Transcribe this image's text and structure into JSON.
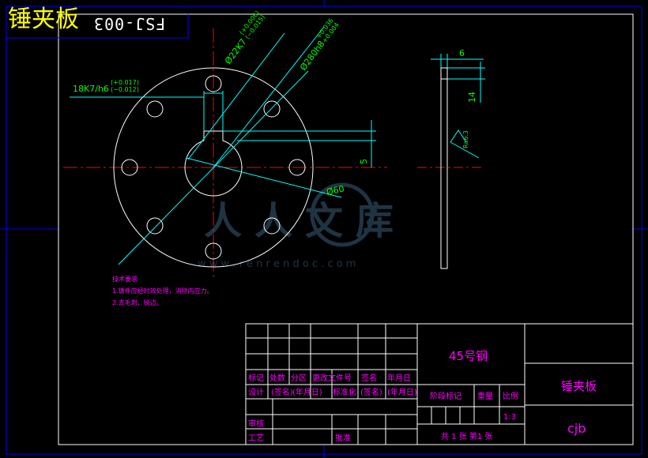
{
  "part_title": "锤夹板",
  "part_code_mirrored": "FSJ-003",
  "dimensions": {
    "bore": "Ø22K7",
    "bore_tol_upper": "(+0.006)",
    "bore_tol_lower": "(−0.015)",
    "circle": "Ø280h8",
    "circle_tol_upper": "+0.036",
    "circle_tol_lower": "+0.004",
    "key": "18K7/h6",
    "key_tol_upper": "(+0.017)",
    "key_tol_lower": "(−0.012)",
    "hole": "Ø60",
    "keyway_depth": "5",
    "thickness": "6",
    "height": "14",
    "surface": "Ra6.3"
  },
  "notes": {
    "heading": "技术要求",
    "line1": "1.铸件应经时效处理，消除内应力。",
    "line2": "2.去毛刺，锐边。"
  },
  "watermark": {
    "text": "人人文库",
    "url": "w w w . r e n r e n d o c . c o m"
  },
  "title_block": {
    "material": "45号钢",
    "part_name": "锤夹板",
    "designer": "cjb",
    "labels": {
      "mark": "标记",
      "count": "处数",
      "zone": "分区",
      "change_doc": "更改文件号",
      "sign": "签名",
      "date": "年月日",
      "design": "设计",
      "sign_paren": "(签名)",
      "date_paren": "(年月日)",
      "standard": "标准化",
      "stage_mark": "阶段标记",
      "weight": "重量",
      "scale": "比例",
      "review": "审核",
      "process": "工艺",
      "approve": "批准"
    },
    "scale_value": "1:3",
    "sheets": "共 1 张  第1 张"
  },
  "colors": {
    "background": "#000000",
    "frame": "#ffffff",
    "outer_frame": "#0000ff",
    "centerline": "#ff0000",
    "dimension": "#00ffff",
    "dim_text": "#00ff00",
    "note_text": "#ff00ff",
    "title": "#ffff00",
    "watermark": "#3a5f7a"
  }
}
